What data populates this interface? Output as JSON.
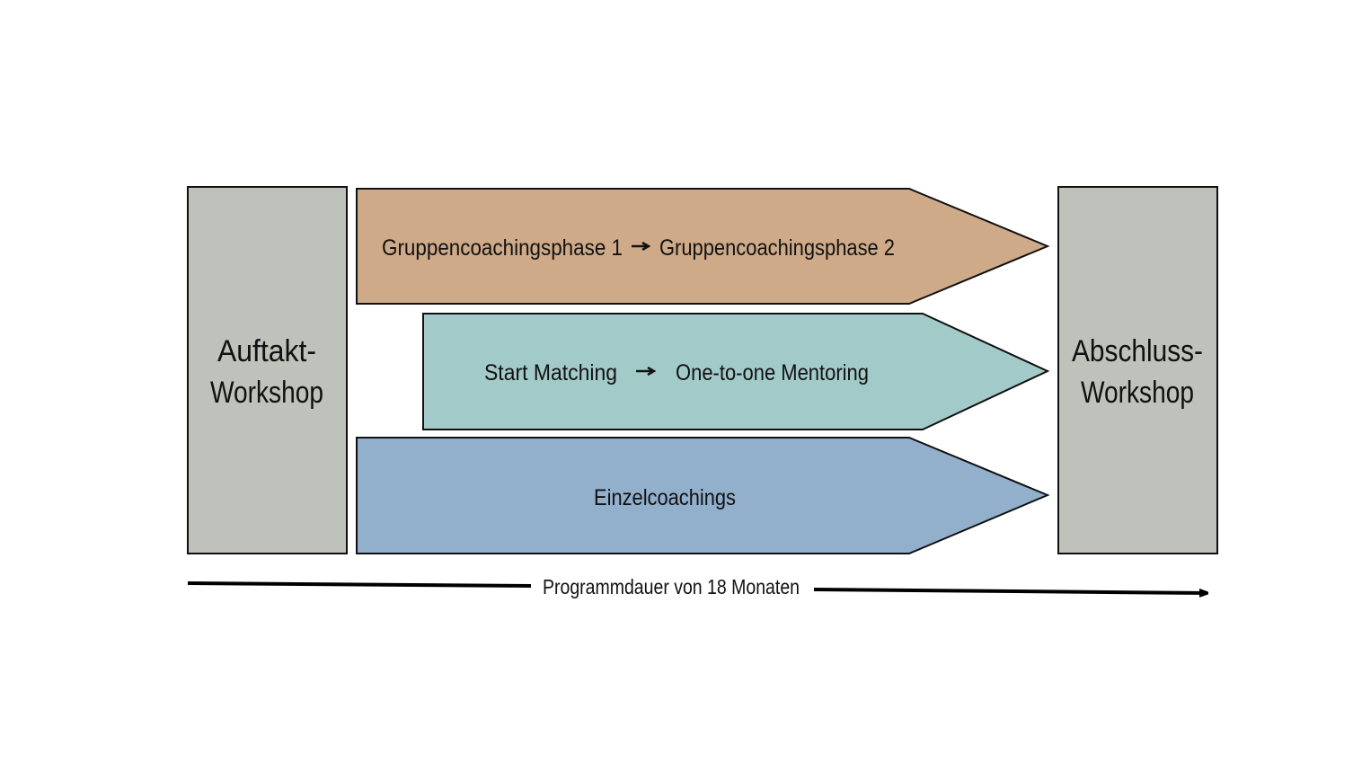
{
  "start_box": {
    "line1": "Auftakt-",
    "line2": "Workshop",
    "color": "#bfc2ba"
  },
  "end_box": {
    "line1": "Abschluss-",
    "line2": "Workshop",
    "color": "#bfc2ba"
  },
  "arrows": [
    {
      "from": "Gruppencoachingsphase  1",
      "to": "Gruppencoachingsphase 2",
      "color": "#cfaa89"
    },
    {
      "from": "Start Matching",
      "to": "One-to-one Mentoring",
      "color": "#a2cac8"
    },
    {
      "label": "Einzelcoachings",
      "color": "#92afcc"
    }
  ],
  "timeline": {
    "label": "Programmdauer von 18 Monaten"
  }
}
